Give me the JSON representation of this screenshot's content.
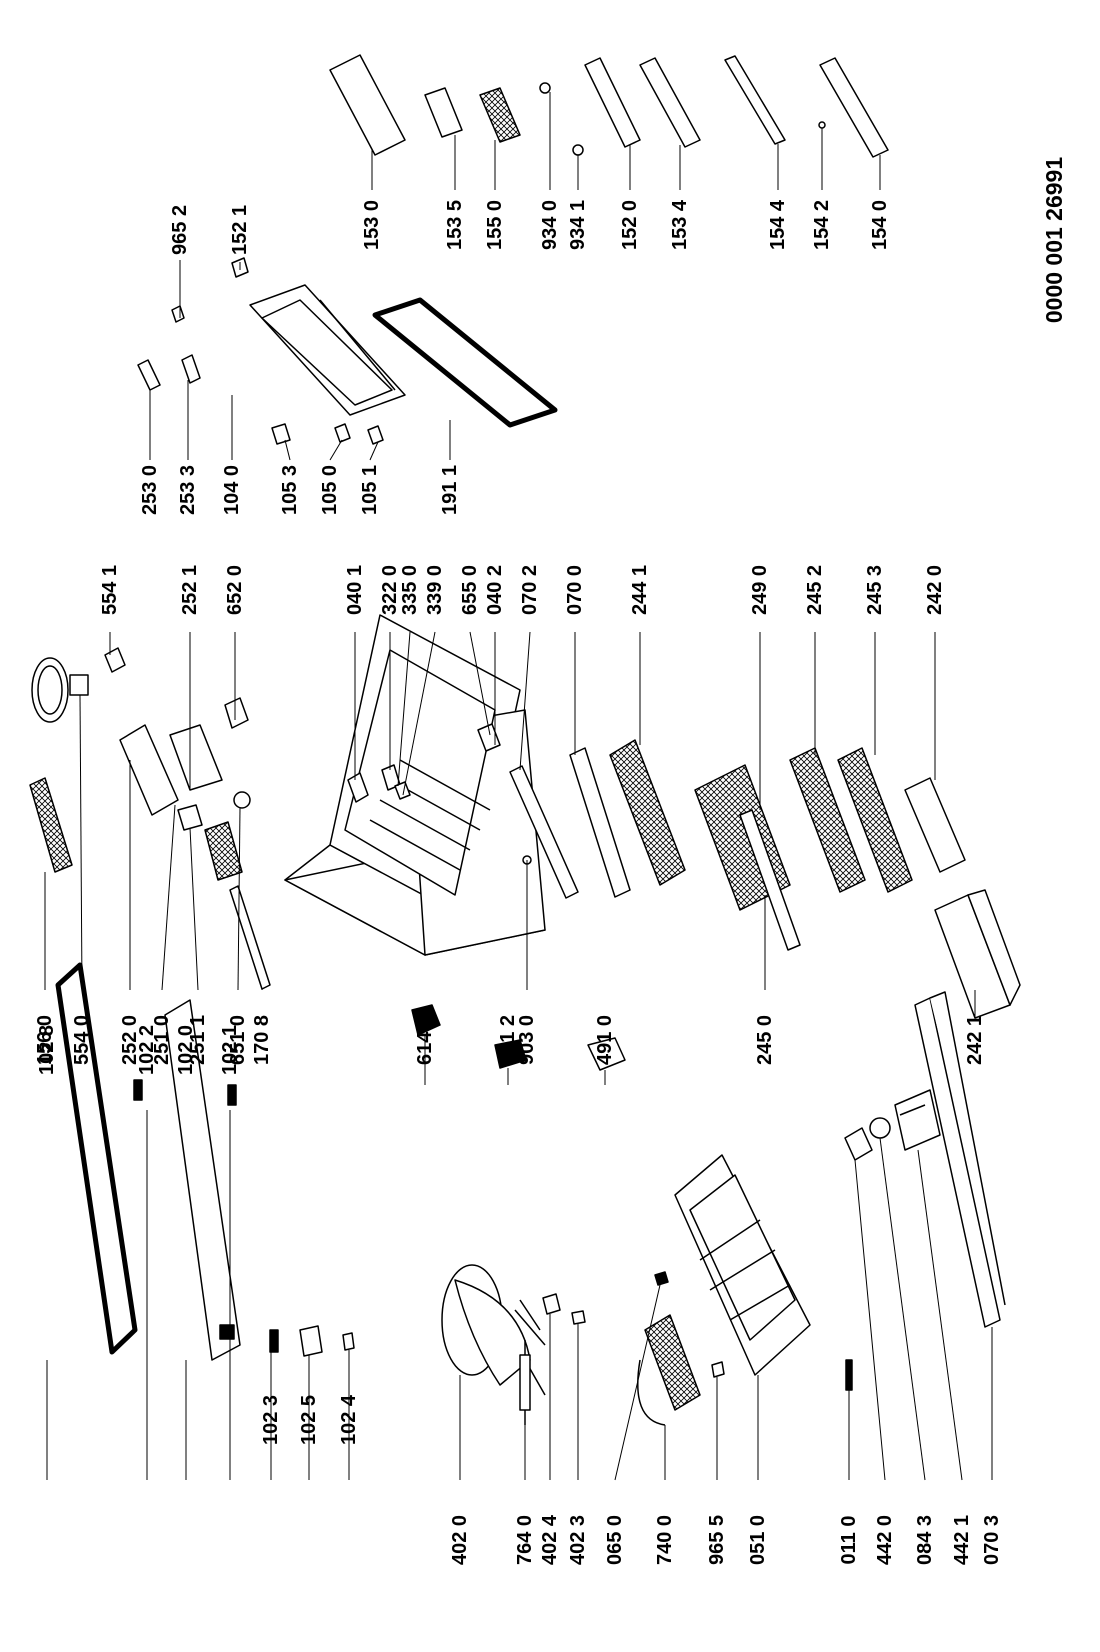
{
  "diagram": {
    "document_number": "0000 001 26991",
    "part_labels": [
      "102 8",
      "102 2",
      "102 0",
      "102 1",
      "102 3",
      "102 5",
      "102 4",
      "614 0",
      "561 2",
      "491 0",
      "402 0",
      "764 0",
      "402 4",
      "402 3",
      "065 0",
      "740 0",
      "965 5",
      "051 0",
      "011 0",
      "442 0",
      "084 3",
      "442 1",
      "070 3",
      "156 0",
      "554 0",
      "252 0",
      "251 0",
      "251 1",
      "651 0",
      "170 8",
      "554 1",
      "252 1",
      "652 0",
      "903 0",
      "245 0",
      "242 1",
      "040 1",
      "322 0",
      "335 0",
      "339 0",
      "655 0",
      "040 2",
      "070 2",
      "070 0",
      "244 1",
      "249 0",
      "245 2",
      "245 3",
      "242 0",
      "253 0",
      "253 3",
      "104 0",
      "105 3",
      "105 0",
      "105 1",
      "191 1",
      "965 2",
      "152 1",
      "153 0",
      "153 5",
      "155 0",
      "934 0",
      "934 1",
      "152 0",
      "153 4",
      "154 4",
      "154 2",
      "154 0"
    ]
  }
}
